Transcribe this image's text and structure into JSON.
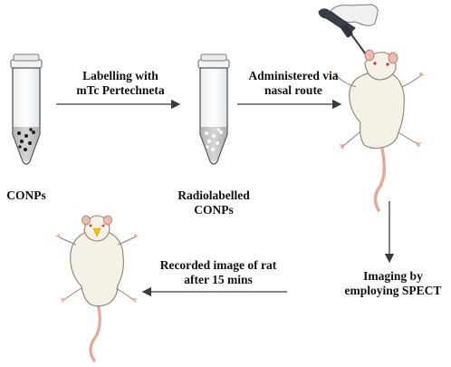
{
  "labels": {
    "step1": {
      "line1": "Labelling with",
      "line2": "mTc Pertechneta"
    },
    "step2": {
      "line1": "Administered via",
      "line2": "nasal route"
    },
    "step3": {
      "line1": "Imaging by",
      "line2": "employing SPECT"
    },
    "step4": {
      "line1": "Recorded image of rat",
      "line2": "after 15 mins"
    },
    "tube1": "CONPs",
    "tube2": {
      "line1": "Radiolabelled",
      "line2": "CONPs"
    }
  },
  "colors": {
    "arrow": "#3a3a3a",
    "tube_outline": "#555555",
    "tube_liquid": "#c9c9c9",
    "rat_fur": "#f6f1e6",
    "rat_skin": "#f2b8a8",
    "rat_tail": "#e8a898",
    "hotspot": "#f2c400"
  },
  "icons": [
    "microcentrifuge-tube-icon",
    "rat-icon",
    "pipette-hand-icon"
  ]
}
